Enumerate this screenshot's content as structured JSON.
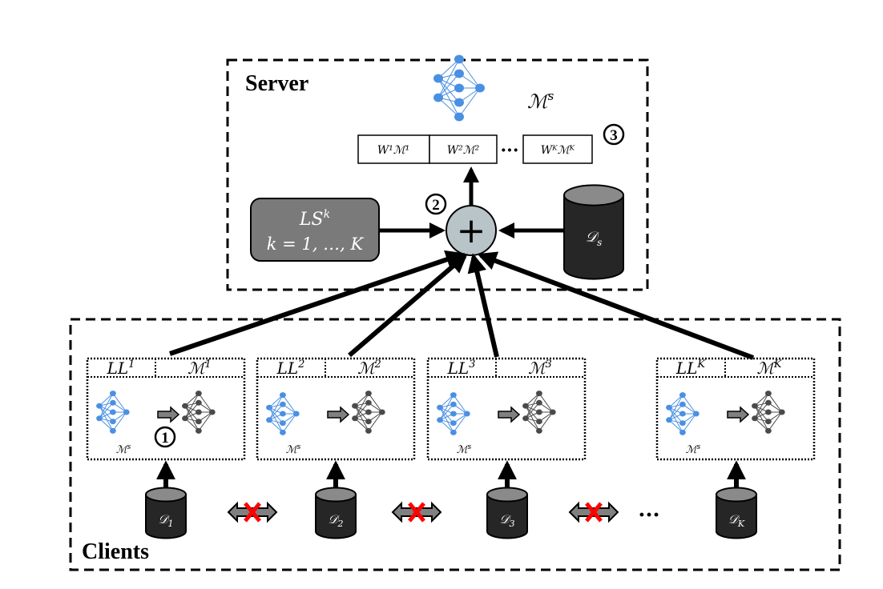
{
  "server": {
    "title": "Server",
    "model_label": "ℳ",
    "model_sup": "s",
    "weights": [
      {
        "w": "W¹ℳ¹"
      },
      {
        "w": "W²ℳ²"
      },
      {
        "w": "Wᴷℳᴷ"
      }
    ],
    "weights_ellipsis": "···",
    "step_aggregate": "2",
    "step_weights": "3",
    "ls_box": {
      "line1": "LS",
      "line1_sup": "k",
      "line2": "k = 1, …, K"
    },
    "dataset": {
      "label": "𝒟",
      "sub": "s"
    },
    "aggregator_symbol": "+"
  },
  "clients": {
    "title": "Clients",
    "step_local": "1",
    "items": [
      {
        "ll": "LL",
        "ll_sup": "1",
        "m": "ℳ",
        "m_sup": "1",
        "ms": "ℳ",
        "ms_sup": "s",
        "data": "𝒟",
        "data_sub": "1"
      },
      {
        "ll": "LL",
        "ll_sup": "2",
        "m": "ℳ",
        "m_sup": "2",
        "ms": "ℳ",
        "ms_sup": "s",
        "data": "𝒟",
        "data_sub": "2"
      },
      {
        "ll": "LL",
        "ll_sup": "3",
        "m": "ℳ",
        "m_sup": "3",
        "ms": "ℳ",
        "ms_sup": "s",
        "data": "𝒟",
        "data_sub": "3"
      },
      {
        "ll": "LL",
        "ll_sup": "K",
        "m": "ℳ",
        "m_sup": "K",
        "ms": "ℳ",
        "ms_sup": "s",
        "data": "𝒟",
        "data_sub": "K"
      }
    ],
    "ellipsis": "···"
  },
  "colors": {
    "shared_model": "#4a90e2",
    "local_model": "#4a4a4a",
    "ls_box": "#7a7a7a",
    "aggregator": "#b8c4c8",
    "dataset": "#262626",
    "blocked": "#ff0000"
  }
}
